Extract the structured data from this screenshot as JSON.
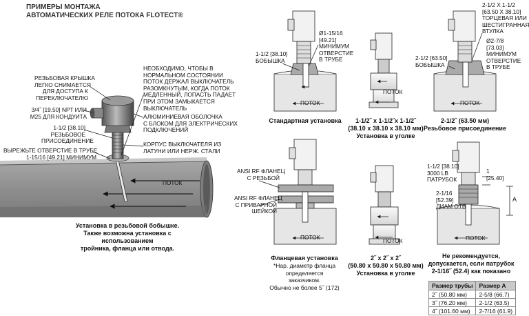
{
  "title": {
    "line1": "ПРИМЕРЫ МОНТАЖА",
    "line2": "АВТОМАТИЧЕСКИХ РЕЛЕ ПОТОКА FLOTECT®"
  },
  "main": {
    "cover_label": [
      "РЕЗЬБОВАЯ КРЫШКА",
      "ЛЕГКО СНИМАЕТСЯ",
      "ДЛЯ ДОСТУПА К",
      "ПЕРЕКЛЮЧАТЕЛЮ"
    ],
    "conduit_label": [
      "3/4˝ [19.50] NPT ИЛИ",
      "M25 ДЛЯ КОНДУИТА"
    ],
    "thread_label": [
      "1-1/2 [38.10]",
      "РЕЗЬБОВОЕ",
      "ПРИСОЕДИНЕНИЕ"
    ],
    "cut_label": [
      "ВЫРЕЖЬТЕ ОТВЕРСТИЕ В ТРУБЕ",
      "1-15/16 [49.21] МИНИМУМ"
    ],
    "note_label": [
      "НЕОБХОДИМО, ЧТОБЫ В",
      "НОРМАЛЬНОМ СОСТОЯНИИ",
      "ПОТОК ДЕРЖАЛ ВЫКЛЮЧАТЕЛЬ",
      "РАЗОМКНУТЫМ, КОГДА ПОТОК",
      "МЕДЛЕННЫЙ, ЛОПАСТЬ ПАДАЕТ",
      "ПРИ ЭТОМ ЗАМЫКАЕТСЯ",
      "ВЫКЛЮЧАТЕЛЬ"
    ],
    "housing_label": [
      "АЛЮМИНИЕВАЯ ОБОЛОЧКА",
      "С БЛОКОМ ДЛЯ ЭЛЕКТРИЧЕСКИХ",
      "ПОДКЛЮЧЕНИЙ"
    ],
    "body_label": [
      "КОРПУС ВЫКЛЮЧАТЕЛЯ ИЗ",
      "ЛАТУНИ ИЛИ НЕРЖ. СТАЛИ"
    ],
    "flow_label": "ПОТОК",
    "caption": [
      "Установка в резьбовой бобышке.",
      "Также возможна установка с использованием",
      "тройника, фланца или отвода."
    ]
  },
  "d1": {
    "hole_label": [
      "Ø1-15/16",
      "[49.21]",
      "МИНИМУМ",
      "ОТВЕРСТИЕ",
      "В ТРУБЕ"
    ],
    "boss_label": [
      "1-1/2 [38.10]",
      "БОБЫШКА"
    ],
    "flow_label": "ПОТОК",
    "caption": "Стандартная установка"
  },
  "d2": {
    "flow_label": "ПОТОК",
    "caption": [
      "1-1/2˝ x 1-1/2˝x 1-1/2˝",
      "(38.10 x 38.10 x 38.10 мм)",
      "Установка в уголке"
    ]
  },
  "d3": {
    "bushing_label": [
      "2-1/2 X 1-1/2",
      "[63.50 X 38.10]",
      "ТОРЦЕВАЯ ИЛИ",
      "ШЕСТИГРАННАЯ",
      "ВТУЛКА"
    ],
    "hole_label": [
      "Ø2-7/8",
      "[73.03]",
      "МИНИМУМ",
      "ОТВЕРСТИЕ",
      "В ТРУБЕ"
    ],
    "boss_label": [
      "2-1/2 [63.50]",
      "БОБЫШКА"
    ],
    "flow_label": "ПОТОК",
    "caption": [
      "2-1/2˝ (63.50 мм)",
      "Резьбовое присоединение"
    ]
  },
  "d4": {
    "threaded_flange": [
      "ANSI RF ФЛАНЕЦ",
      "С РЕЗЬБОЙ"
    ],
    "welded_flange": [
      "ANSI RF ФЛАНЕЦ",
      "С ПРИВАРНОЙ",
      "ШЕЙКОЙ"
    ],
    "flow_label": "ПОТОК",
    "caption_bold": "Фланцевая установка",
    "caption_note": [
      "*Нар. диаметр фланца",
      "определяется",
      "заказчиком.",
      "Обычно не более 5˝ (172)"
    ]
  },
  "d5": {
    "flow_label": "ПОТОК",
    "caption": [
      "2˝ x 2˝ x 2˝",
      "(50.80 x 50.80 x 50.80 мм)",
      "Установка в уголке"
    ]
  },
  "d6": {
    "coupling_label": [
      "1-1/2 [38.10]",
      "3000 LB",
      "ПАТРУБОК"
    ],
    "dim1_label": [
      "1",
      "[25.40]"
    ],
    "hole_label": [
      "2-1/16",
      "[52.39]",
      "ДИАМ ОТВ"
    ],
    "dim_a": "A",
    "flow_label": "ПОТОК",
    "caption": [
      "Не рекомендуется,",
      "допускается, если  патрубок",
      "2-1/16˝ (52.4) как показано"
    ]
  },
  "size_table": {
    "headers": [
      "Размер трубы",
      "Размер А"
    ],
    "rows": [
      [
        "2˝ (50.80 мм)",
        "2-5/8 (66.7)"
      ],
      [
        "3˝ (76.20 мм)",
        "2-1/2 (63.5)"
      ],
      [
        "4˝ (101.60 мм)",
        "2-7/16 (61.9)"
      ]
    ]
  },
  "colors": {
    "pipe_fill": "#9a9a9a",
    "pipe_dark": "#6f6f6f",
    "pipe_light": "#d8d8d8",
    "diagram_pipe": "#e6e6e6",
    "table_header": "#c9c9c9"
  }
}
